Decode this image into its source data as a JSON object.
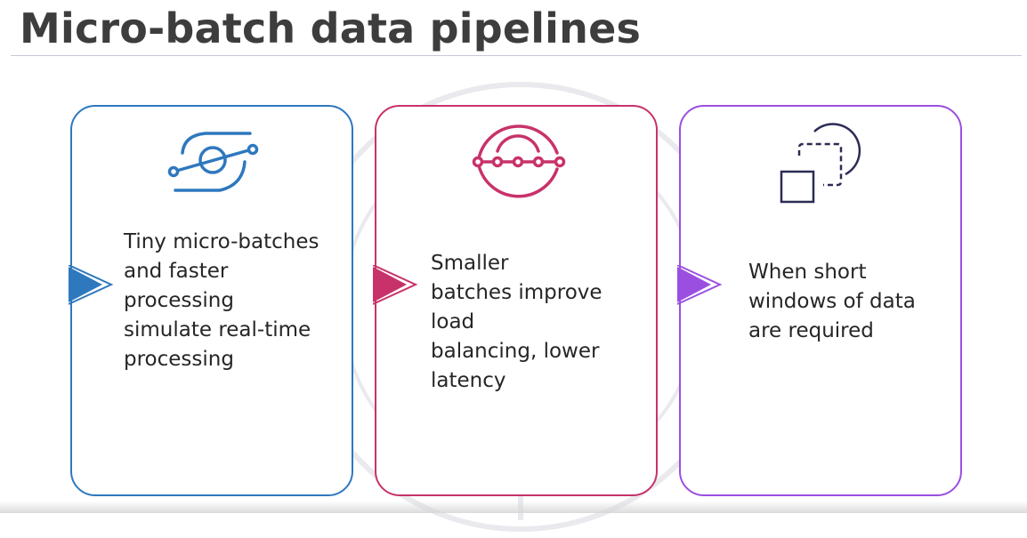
{
  "slide": {
    "title": "Micro-batch data pipelines"
  },
  "cards": [
    {
      "icon": "pipeline-flow-icon",
      "color": "#2e78be",
      "text": "Tiny micro-batches\nand faster\nprocessing\nsimulate real-time\nprocessing"
    },
    {
      "icon": "load-balancing-icon",
      "color": "#c8326a",
      "text": "Smaller\nbatches improve\nload\nbalancing, lower\nlatency"
    },
    {
      "icon": "data-window-icon",
      "color": "#9b4fe0",
      "text": "When short\nwindows of data\nare required"
    }
  ],
  "watermark_icon": "network-tree-watermark-icon"
}
